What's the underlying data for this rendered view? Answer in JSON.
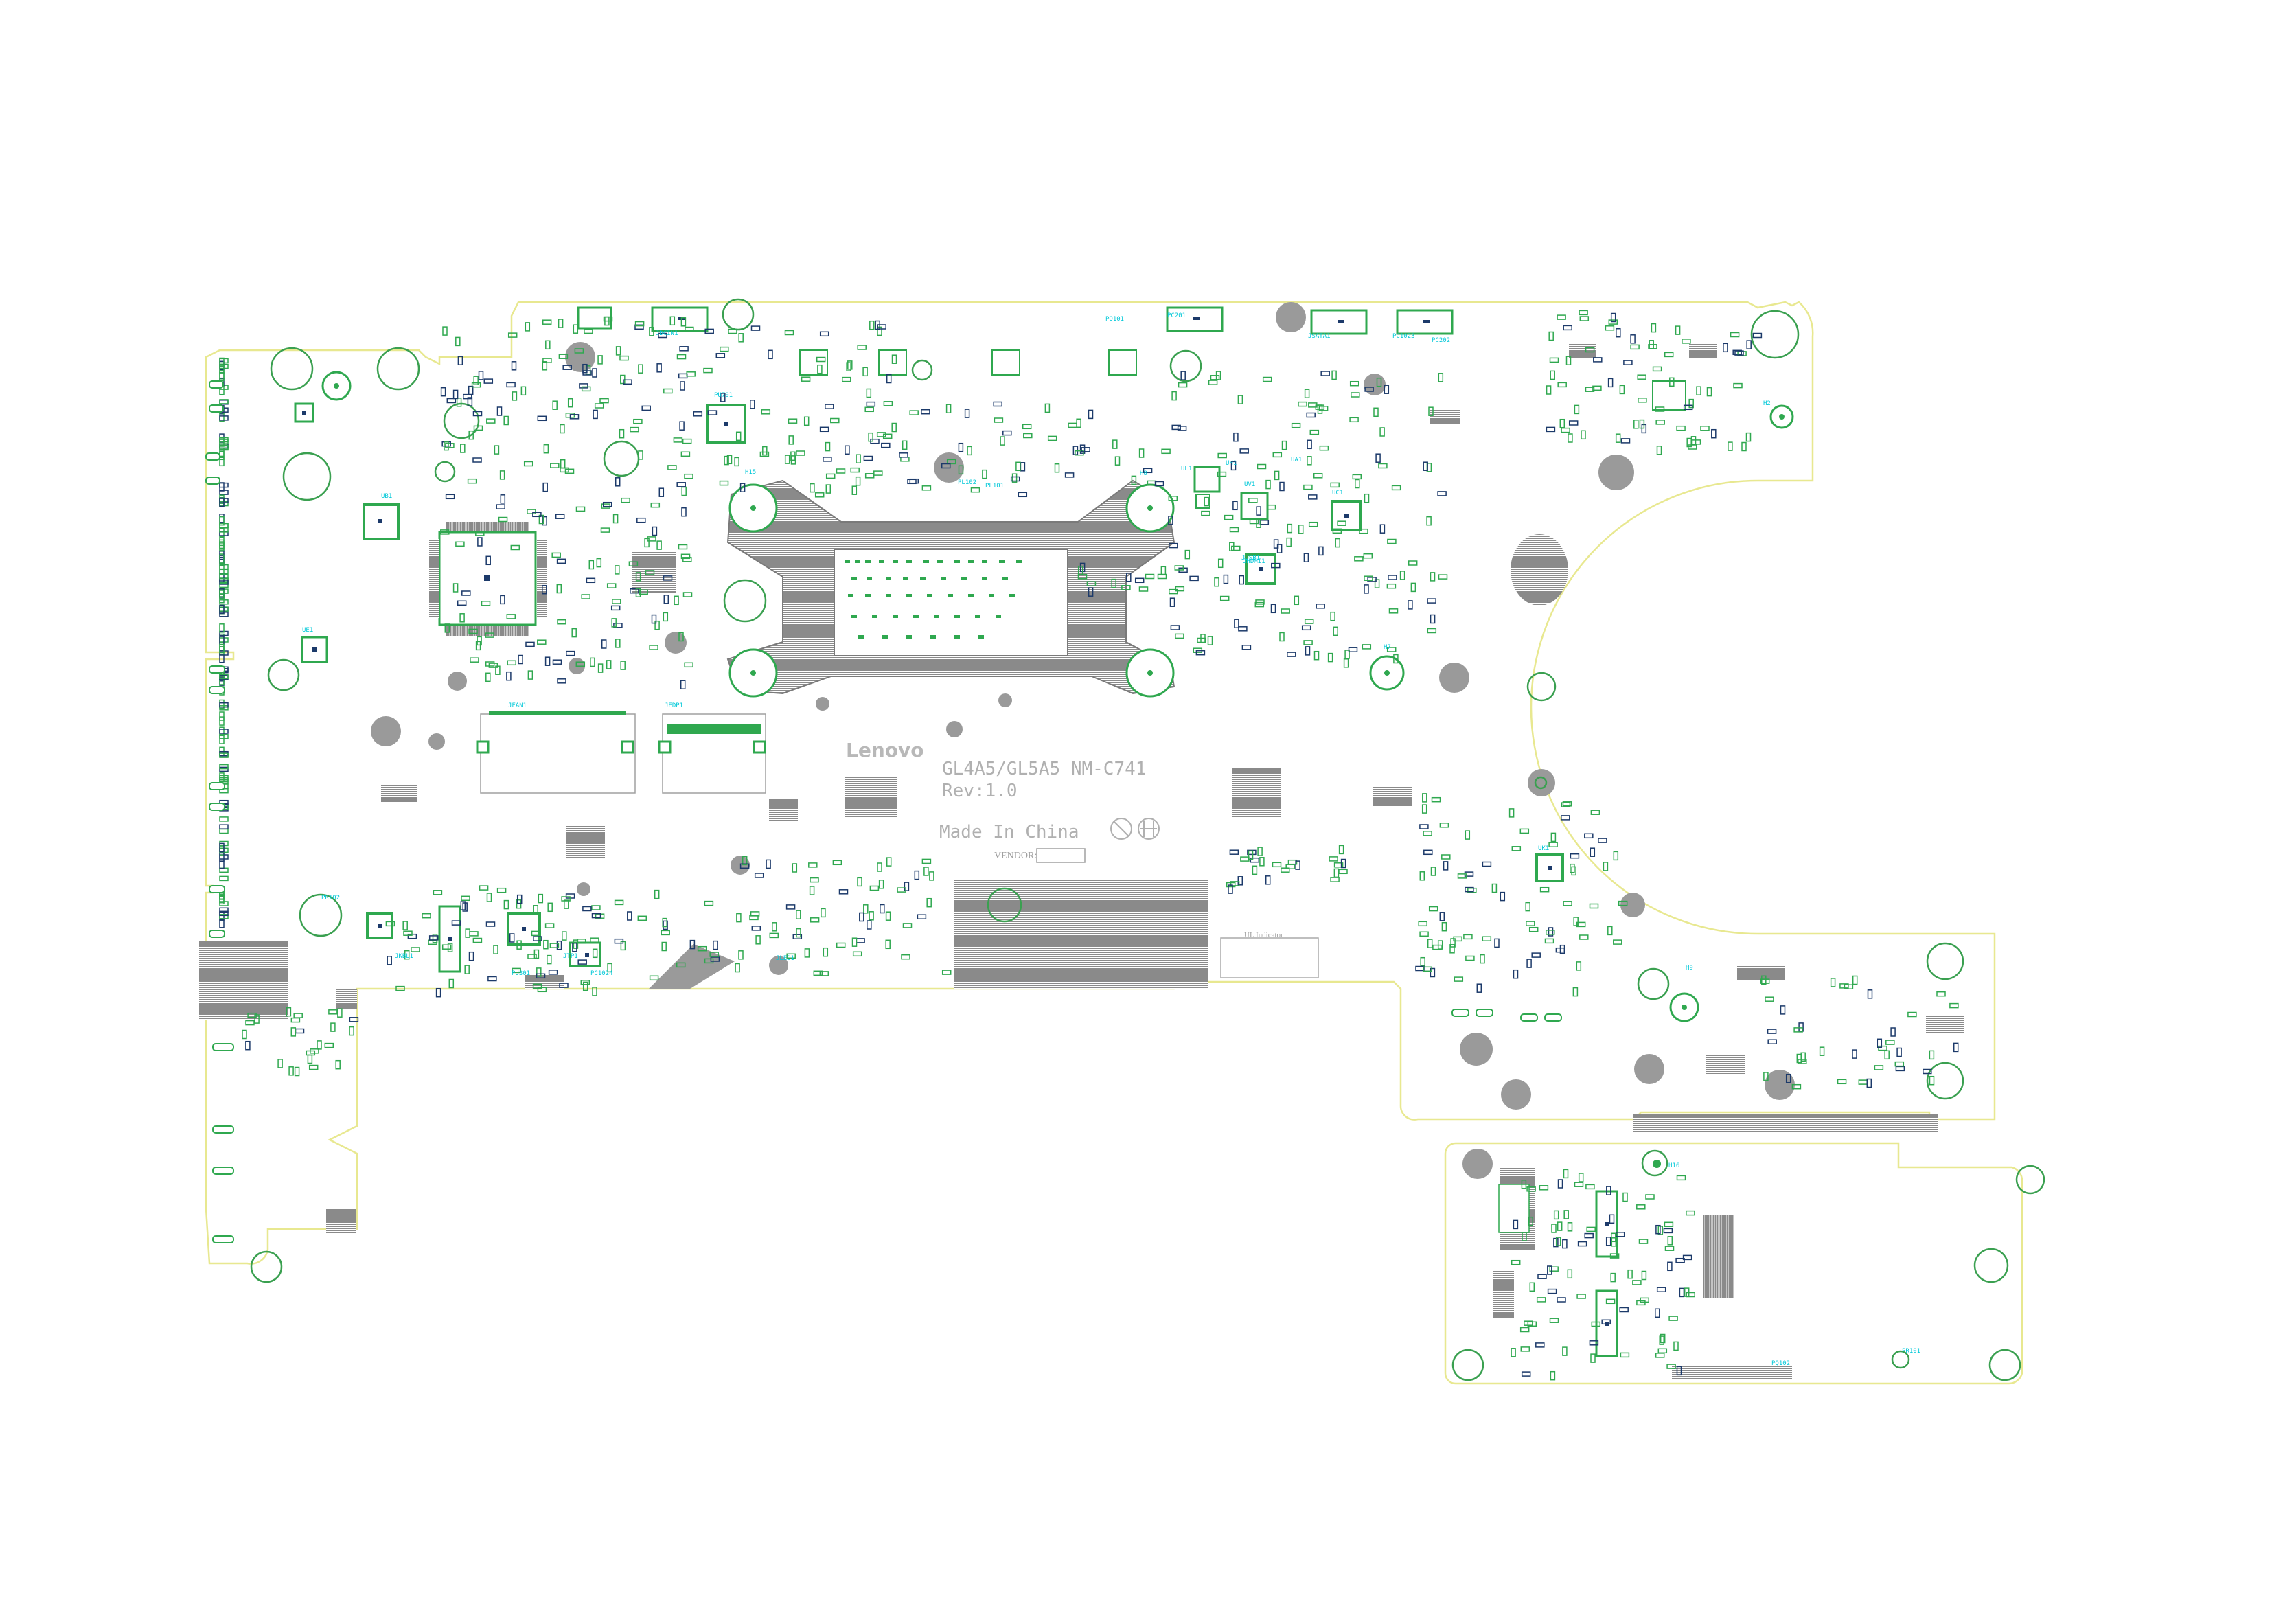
{
  "silkscreen": {
    "brand": "Lenovo",
    "model": "GL4A5/GL5A5 NM-C741",
    "revision": "Rev:1.0",
    "origin": "Made In China",
    "vendor_label": "VENDOR:",
    "indicator_label": "UL Indicator"
  },
  "refdes": [
    "H15",
    "H8",
    "H7",
    "H9",
    "H2",
    "H16",
    "JFAN1",
    "JEDP1",
    "JKBL1",
    "JTP1",
    "JLED1",
    "JUSB1",
    "JHDMI1",
    "JDCIN1",
    "JSATA1",
    "PC1023",
    "PC1024",
    "PU301",
    "PU701",
    "UL1",
    "UC1",
    "UV1",
    "UB1",
    "UK1",
    "UE1",
    "UH1",
    "UA1",
    "PQ101",
    "PQ102",
    "PR101",
    "PR102",
    "PL101",
    "PL102",
    "PC201",
    "PC202"
  ],
  "colors": {
    "outline": "#e8e890",
    "copper_grey": "#9a9a9a",
    "component": "#2fa84f",
    "refdes": "#00c8d8",
    "silk_text": "#b0b0b0"
  }
}
